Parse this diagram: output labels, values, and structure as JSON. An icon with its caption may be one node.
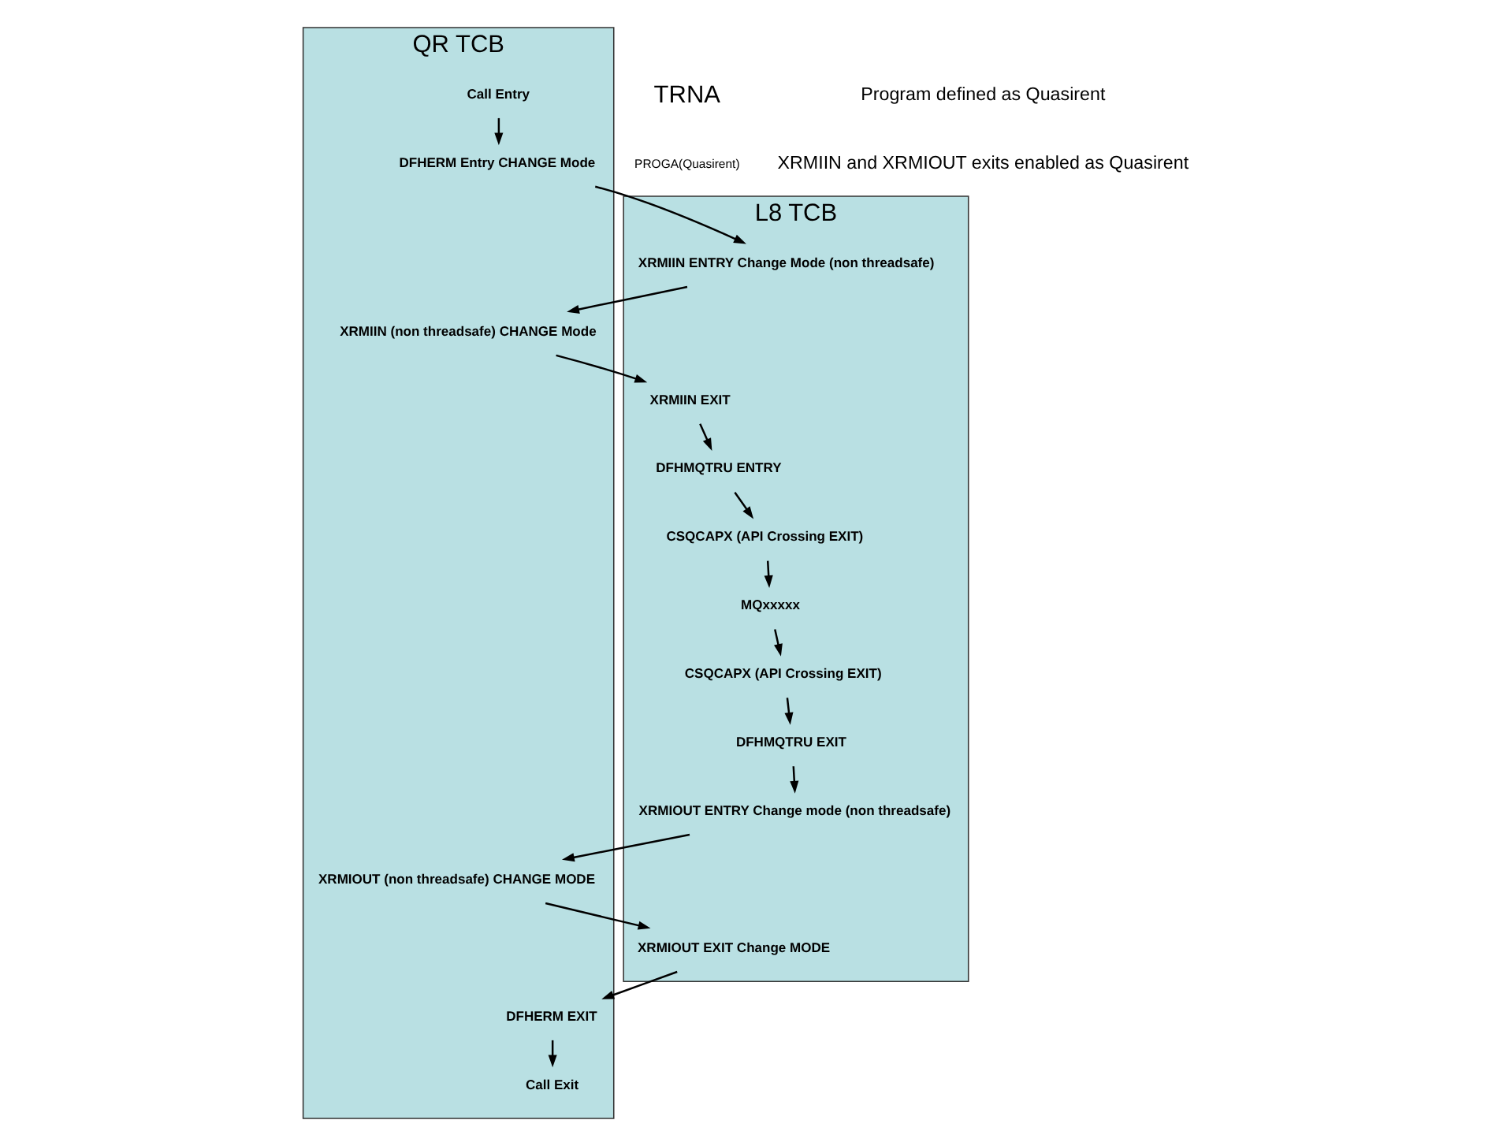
{
  "diagram": {
    "nodes": [
      {
        "text": [
          "L8 TCB"
        ]
      },
      {
        "text": [
          "QR TCB"
        ]
      },
      {
        "text": [
          "Call Entry"
        ],
        "in": 1
      },
      {
        "text": [
          "DFHERM Entry CHANGE Mode"
        ],
        "in": 1
      },
      {
        "text": [
          "XRMIIN ENTRY Change Mode (non threadsafe)"
        ],
        "in": 0
      },
      {
        "text": [
          "XRMIIN (non threadsafe) CHANGE Mode"
        ],
        "in": 1
      },
      {
        "text": [
          "XRMIIN EXIT"
        ],
        "in": 0
      },
      {
        "text": [
          "DFHMQTRU ENTRY"
        ],
        "in": 0
      },
      {
        "text": [
          "CSQCAPX (API Crossing EXIT)"
        ],
        "in": 0
      },
      {
        "text": [
          "MQxxxxx"
        ],
        "in": 0
      },
      {
        "text": [
          "CSQCAPX (API Crossing EXIT)"
        ],
        "in": 0
      },
      {
        "text": [
          "DFHMQTRU EXIT"
        ],
        "in": 0
      },
      {
        "text": [
          "XRMIOUT ENTRY Change mode (non threadsafe)"
        ],
        "in": 0
      },
      {
        "text": [
          "XRMIOUT (non threadsafe) CHANGE MODE"
        ],
        "in": 1
      },
      {
        "text": [
          "XRMIOUT EXIT Change MODE"
        ],
        "in": 0
      },
      {
        "text": [
          "DFHERM EXIT"
        ],
        "in": 1
      },
      {
        "text": [
          "Call Exit"
        ],
        "in": 1
      }
    ],
    "edges": [
      {
        "from": 2,
        "to": 3,
        "arrow": "to"
      },
      {
        "from": 3,
        "to": 4,
        "arrow": "to"
      },
      {
        "from": 4,
        "to": 5,
        "arrow": "to"
      },
      {
        "from": 5,
        "to": 6,
        "arrow": "to"
      },
      {
        "from": 6,
        "to": 7,
        "arrow": "to"
      },
      {
        "from": 7,
        "to": 8,
        "arrow": "to"
      },
      {
        "from": 8,
        "to": 9,
        "arrow": "to"
      },
      {
        "from": 9,
        "to": 10,
        "arrow": "to"
      },
      {
        "from": 10,
        "to": 11,
        "arrow": "to"
      },
      {
        "from": 11,
        "to": 12,
        "arrow": "to"
      },
      {
        "from": 12,
        "to": 13,
        "arrow": "to"
      },
      {
        "from": 13,
        "to": 14,
        "arrow": "to"
      },
      {
        "from": 14,
        "to": 15,
        "arrow": "to"
      },
      {
        "from": 15,
        "to": 16,
        "arrow": "to"
      }
    ],
    "labels": [
      "TRNA",
      "PROGA(Quasirent)",
      "Program defined as Quasirent",
      "XRMIIN and XRMIOUT exits enabled as Quasirent"
    ]
  }
}
